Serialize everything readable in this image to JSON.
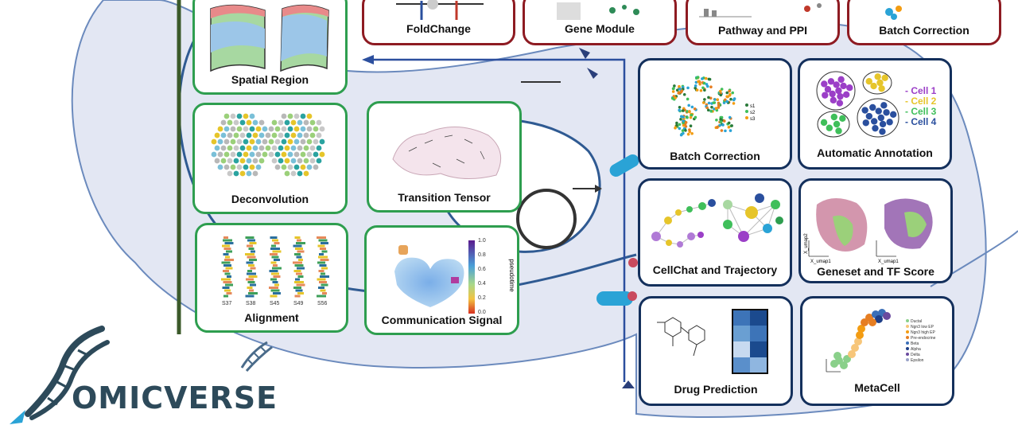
{
  "panels": {
    "foldchange": "FoldChange",
    "gene_module": "Gene Module",
    "pathway_ppi": "Pathway and PPI",
    "batch_correction_top": "Batch Correction",
    "spatial_region": "Spatial Region",
    "deconvolution": "Deconvolution",
    "transition_tensor": "Transition Tensor",
    "alignment": "Alignment",
    "communication_signal": "Communication Signal",
    "batch_correction": "Batch Correction",
    "automatic_annotation": "Automatic Annotation",
    "cellchat_trajectory": "CellChat and Trajectory",
    "geneset_tf_score": "Geneset and TF Score",
    "drug_prediction": "Drug Prediction",
    "metacell": "MetaCell"
  },
  "annotation_legend": [
    "- Cell 1",
    "- Cell 2",
    "- Cell 3",
    "- Cell 4"
  ],
  "alignment_samples": [
    "S37",
    "S38",
    "S45",
    "S49",
    "S56"
  ],
  "colorbar_ticks": [
    "1.0",
    "0.8",
    "0.6",
    "0.4",
    "0.2",
    "0.0"
  ],
  "colorbar_label": "pseudotime",
  "umap_axes": {
    "x": "X_umap1",
    "y": "X_umap2"
  },
  "logo": "OMICVERSE",
  "colors": {
    "green_border": "#2e9e4f",
    "navy_border": "#14305c",
    "red_border": "#8e1b22",
    "cell1": "#9b3fc7",
    "cell2": "#e6c52a",
    "cell3": "#3fbf5a",
    "cell4": "#2a4f9e"
  }
}
